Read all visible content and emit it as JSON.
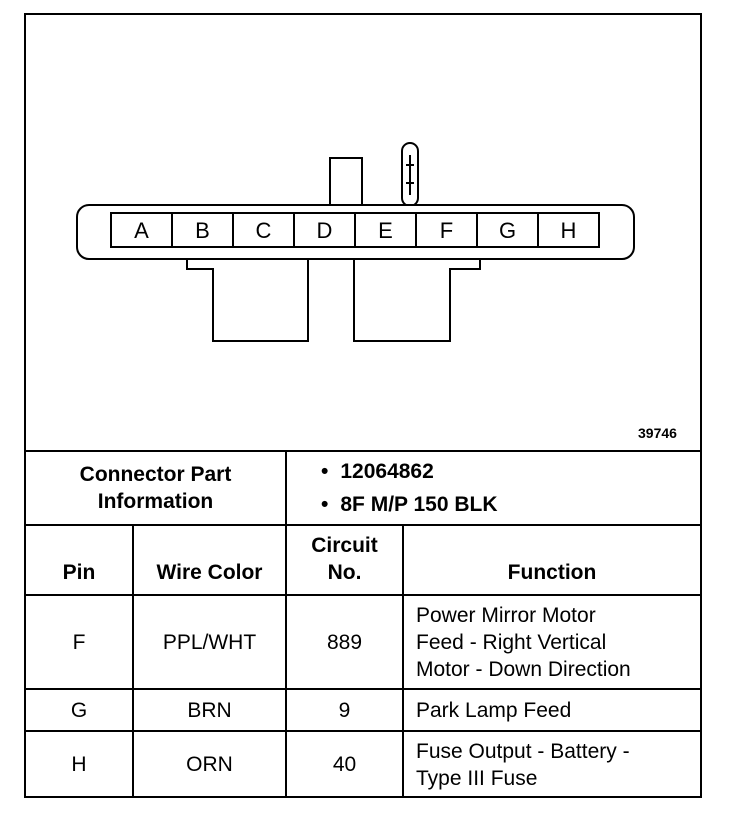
{
  "diagram": {
    "pins": [
      "A",
      "B",
      "C",
      "D",
      "E",
      "F",
      "G",
      "H"
    ],
    "drawing_number": "39746"
  },
  "table": {
    "info_label_line1": "Connector Part",
    "info_label_line2": "Information",
    "info_items": [
      "12064862",
      "8F M/P 150 BLK"
    ],
    "headers": {
      "pin": "Pin",
      "wire_color": "Wire Color",
      "circuit_line1": "Circuit",
      "circuit_line2": "No.",
      "function": "Function"
    },
    "rows": [
      {
        "pin": "F",
        "wire_color": "PPL/WHT",
        "circuit": "889",
        "function_lines": [
          "Power Mirror Motor",
          "Feed - Right Vertical",
          "Motor - Down Direction"
        ]
      },
      {
        "pin": "G",
        "wire_color": "BRN",
        "circuit": "9",
        "function_lines": [
          "Park Lamp Feed"
        ]
      },
      {
        "pin": "H",
        "wire_color": "ORN",
        "circuit": "40",
        "function_lines": [
          "Fuse Output - Battery -",
          "Type III Fuse"
        ]
      }
    ]
  }
}
